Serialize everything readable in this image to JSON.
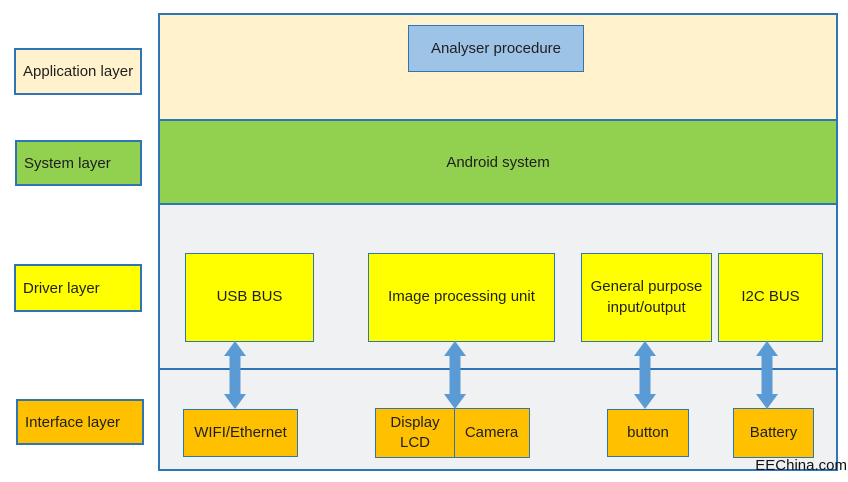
{
  "diagram": {
    "watermark": "EEChina.com",
    "layer_labels": {
      "application": "Application layer",
      "system": "System layer",
      "driver": "Driver layer",
      "interface": "Interface layer"
    },
    "application_layer": {
      "analyser_box": "Analyser procedure"
    },
    "system_layer": {
      "android_label": "Android system"
    },
    "driver_layer": {
      "boxes": [
        {
          "label": "USB BUS"
        },
        {
          "label": "Image processing unit"
        },
        {
          "label": "General purpose input/output"
        },
        {
          "label": "I2C BUS"
        }
      ]
    },
    "interface_layer": {
      "boxes": [
        {
          "label": "WIFI/Ethernet"
        },
        {
          "label": "Display LCD"
        },
        {
          "label": "Camera"
        },
        {
          "label": "button"
        },
        {
          "label": "Battery"
        }
      ]
    },
    "colors": {
      "application_fill": "#FFF2CC",
      "system_fill": "#92D050",
      "driver_box_fill": "#FFFF00",
      "interface_box_fill": "#FFC000",
      "analyser_fill": "#9DC3E6",
      "arrow_fill": "#5B9BD5",
      "border_blue": "#2E75B6",
      "band_gray": "#F0F1F2"
    }
  }
}
